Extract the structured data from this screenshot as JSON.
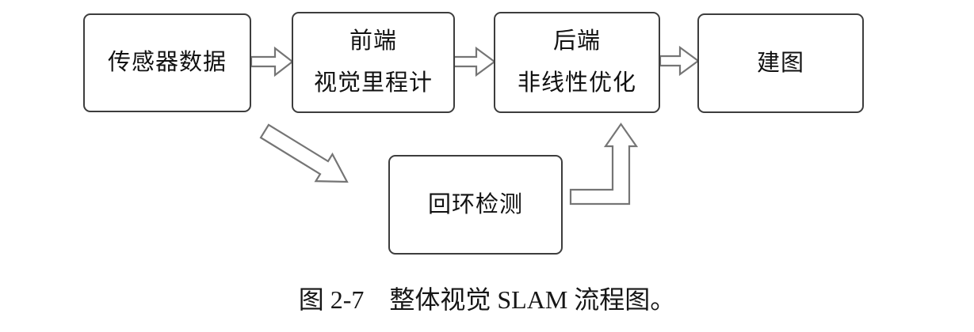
{
  "diagram": {
    "background_color": "#ffffff",
    "box_border_color": "#3d3d3d",
    "arrow_outline_color": "#757575",
    "arrow_fill_color": "#ffffff",
    "text_color": "#111111",
    "nodes": [
      {
        "id": "sensor-data",
        "lines": [
          "传感器数据"
        ]
      },
      {
        "id": "frontend",
        "lines": [
          "前端",
          "视觉里程计"
        ]
      },
      {
        "id": "backend",
        "lines": [
          "后端",
          "非线性优化"
        ]
      },
      {
        "id": "mapping",
        "lines": [
          "建图"
        ]
      },
      {
        "id": "loop-closure",
        "lines": [
          "回环检测"
        ]
      }
    ],
    "edges": [
      {
        "from": "sensor-data",
        "to": "frontend",
        "style": "hollow-block-arrow-right"
      },
      {
        "from": "frontend",
        "to": "backend",
        "style": "hollow-block-arrow-right"
      },
      {
        "from": "backend",
        "to": "mapping",
        "style": "hollow-block-arrow-right"
      },
      {
        "from": "sensor-data",
        "to": "loop-closure",
        "style": "hollow-block-arrow-diagonal-down-right"
      },
      {
        "from": "loop-closure",
        "to": "backend",
        "style": "hollow-block-arrow-elbow-up"
      }
    ]
  },
  "caption": {
    "text": "图 2-7　整体视觉 SLAM 流程图。"
  }
}
